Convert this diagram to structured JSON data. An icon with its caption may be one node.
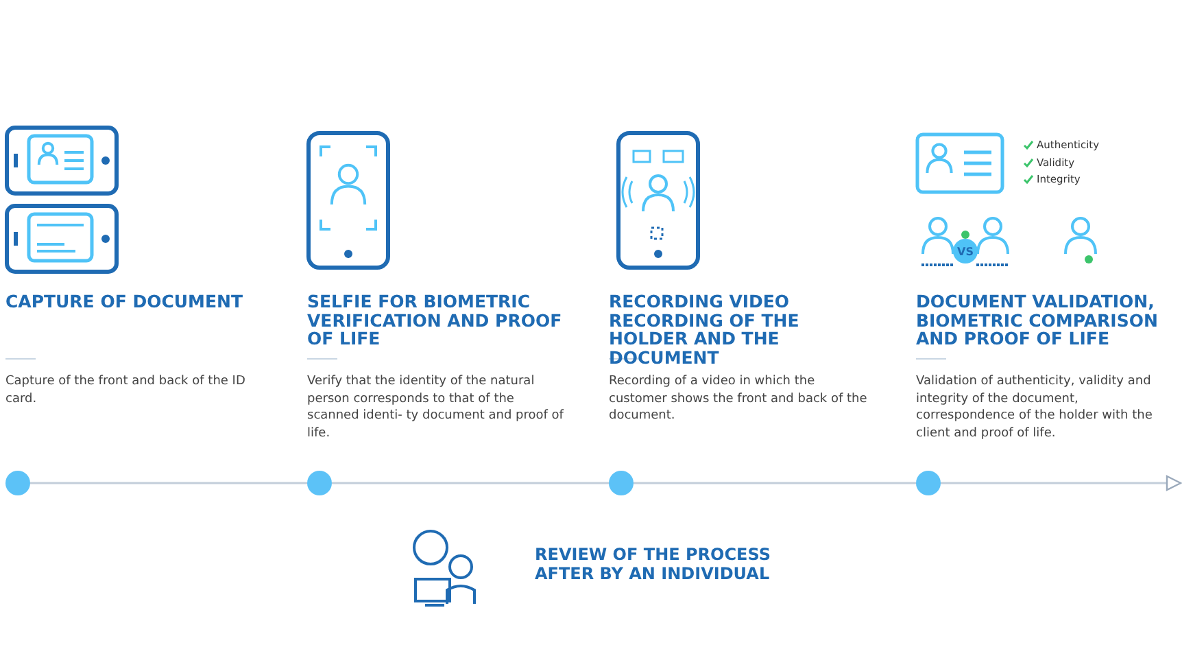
{
  "diagram": {
    "nodes": [
      {
        "text": [],
        "shape": "circle"
      },
      {
        "text": [],
        "shape": "circle"
      },
      {
        "text": [],
        "shape": "circle"
      },
      {
        "text": [],
        "shape": "circle"
      }
    ],
    "edges": [
      {
        "from": 0,
        "to": 1,
        "arrow": "none"
      },
      {
        "from": 1,
        "to": 2,
        "arrow": "none"
      },
      {
        "from": 2,
        "to": 3,
        "arrow": "none"
      },
      {
        "from": 3,
        "to": null,
        "arrow": "to"
      }
    ],
    "labels": [
      "Authenticity",
      "Validity",
      "Integrity",
      "VS",
      "CAPTURE OF DOCUMENT",
      "Capture of the front and back of the ID card.",
      "SELFIE FOR BIOMETRIC VERIFICATION AND PROOF OF LIFE",
      "Verify that the identity of the natural person corresponds to that of the scanned identi- ty document and proof of life.",
      "RECORDING VIDEO RECORDING OF THE HOLDER AND THE DOCUMENT",
      "Recording of a video in which the customer shows the front and back of the document.",
      "DOCUMENT VALIDATION, BIOMETRIC COMPARISON AND PROOF OF LIFE",
      "Validation of authenticity, validity and integrity of the document, correspondence of the holder with the client and proof of life.",
      "REVIEW OF THE PROCESS AFTER BY AN INDIVIDUAL"
    ]
  }
}
